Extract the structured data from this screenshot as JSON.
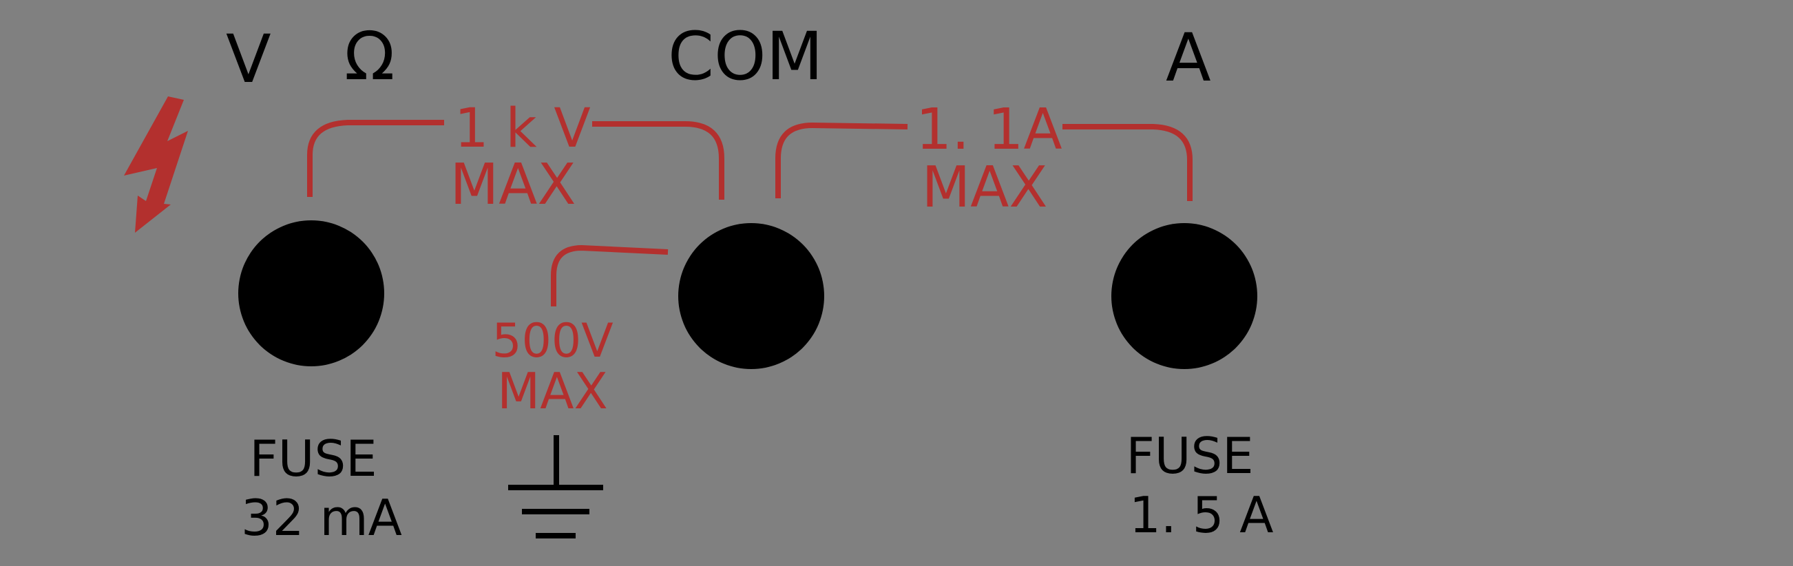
{
  "terminals": {
    "v": {
      "label": "V"
    },
    "ohm": {
      "label": "Ω"
    },
    "com": {
      "label": "COM"
    },
    "a": {
      "label": "A"
    }
  },
  "ratings": {
    "vcom": {
      "line1": "1 k V",
      "line2": "MAX"
    },
    "acom": {
      "line1": "1. 1A",
      "line2": "MAX"
    },
    "ground": {
      "line1": "500V",
      "line2": "MAX"
    }
  },
  "fuses": {
    "left": {
      "line1": "FUSE",
      "line2": "32 mA"
    },
    "right": {
      "line1": "FUSE",
      "line2": "1. 5 A"
    }
  },
  "icons": {
    "warning": "high-voltage-lightning-icon",
    "ground": "ground-symbol-icon"
  },
  "colors": {
    "panel": "#808080",
    "accent_red": "#b3302e",
    "black": "#000000"
  }
}
